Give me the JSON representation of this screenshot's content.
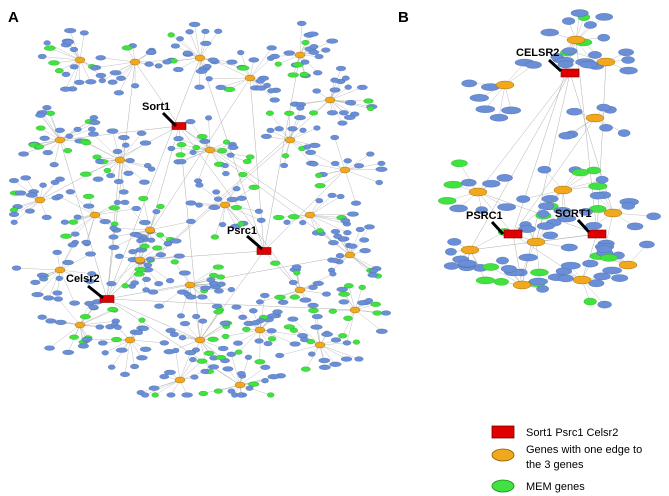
{
  "panels": {
    "a": {
      "label": "A",
      "callouts": [
        "Sort1",
        "Psrc1",
        "Celsr2"
      ]
    },
    "b": {
      "label": "B",
      "callouts": [
        "CELSR2",
        "PSRC1",
        "SORT1"
      ]
    }
  },
  "legend": {
    "items": [
      {
        "text": "Sort1 Psrc1 Celsr2",
        "shape": "rectangle",
        "color": "#e00000"
      },
      {
        "text": "Genes with one edge to",
        "text2": "the 3 genes",
        "shape": "ellipse",
        "color": "#f2a81d"
      },
      {
        "text": "MEM genes",
        "shape": "ellipse",
        "color": "#3fe23f"
      }
    ]
  },
  "colors": {
    "background_gene": "#6a8fd6",
    "edge": "#b0b0b0",
    "hub_gene": "#f2a81d",
    "mem_gene": "#3fe23f",
    "target_gene": "#e00000"
  }
}
